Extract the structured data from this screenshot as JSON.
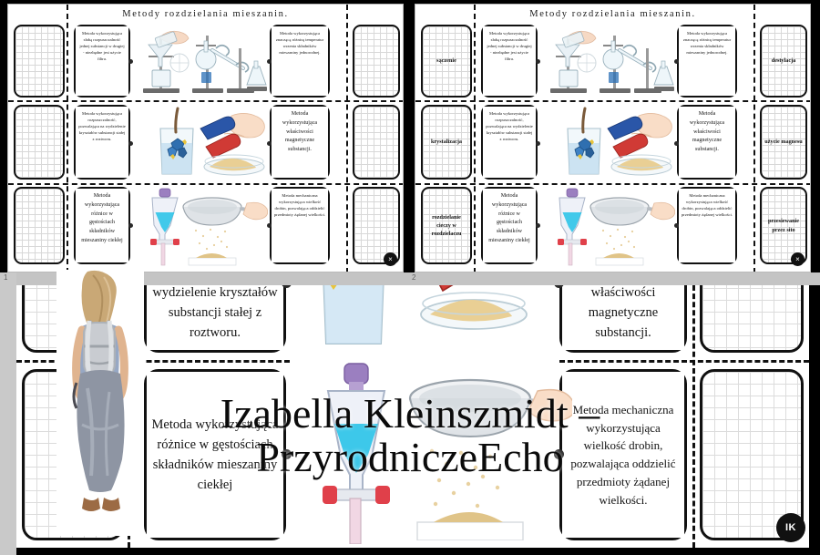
{
  "app": {
    "frame_color": "#000000",
    "panel_bg": "#ffffff",
    "strip_color": "#c4c4c4",
    "accent": "#111111"
  },
  "slides": [
    {
      "page_number": "1",
      "title": "Metody rozdzielania mieszanin.",
      "close_label": "×",
      "left_labels": [
        "",
        "",
        ""
      ],
      "right_labels": [
        "",
        "",
        ""
      ],
      "left_descriptions": [
        "Metoda wykorzystująca słabą rozpuszczalność jednej substancji w drugiej - niezbędne jest użycie filtra.",
        "Metoda wykorzystująca rozpuszczalność, pozwalająca na wydzielenie kryształów substancji stałej z roztworu.",
        "Metoda wykorzystująca różnice w gęstościach składników mieszaniny ciekłej"
      ],
      "right_descriptions": [
        "Metoda wykorzystująca znaczącą różnicę temperatur wrzenia składników mieszaniny jednorodnej.",
        "Metoda wykorzystująca właściwości magnetyczne substancji.",
        "Metoda mechaniczna wykorzystująca wielkość drobin, pozwalająca oddzielić przedmioty żądanej wielkości."
      ]
    },
    {
      "page_number": "2",
      "title": "Metody rozdzielania mieszanin.",
      "close_label": "×",
      "left_labels": [
        "sączenie",
        "krystalizacja",
        "rozdzielanie cieczy w rozdzielaczu"
      ],
      "right_labels": [
        "destylacja",
        "użycie magnesu",
        "przesiewanie przez sito"
      ],
      "left_descriptions": [
        "Metoda wykorzystująca słabą rozpuszczalność jednej substancji w drugiej - niezbędne jest użycie filtra.",
        "Metoda wykorzystująca rozpuszczalność, pozwalająca na wydzielenie kryształów substancji stałej z roztworu.",
        "Metoda wykorzystująca różnice w gęstościach składników mieszaniny ciekłej"
      ],
      "right_descriptions": [
        "Metoda wykorzystująca znaczącą różnicę temperatur wrzenia składników mieszaniny jednorodnej.",
        "Metoda wykorzystująca właściwości magnetyczne substancji.",
        "Metoda mechaniczna wykorzystująca wielkość drobin, pozwalająca oddzielić przedmioty żądanej wielkości."
      ]
    }
  ],
  "big_slide": {
    "crystallization_text": "pozwalająca na wydzielenie kryształów substancji stałej z roztworu.",
    "density_text": "Metoda wykorzystująca różnice w gęstościach składników mieszaniny ciekłej",
    "magnet_text": "właściwości magnetyczne substancji.",
    "sieve_text": "Metoda mechaniczna wykorzystująca wielkość drobin, pozwalająca oddzielić przedmioty żądanej wielkości."
  },
  "watermark": {
    "line1": "Izabella Kleinszmidt –",
    "line2": "PrzyrodniczeEcho"
  },
  "badge": {
    "initials": "IK"
  },
  "icons": {
    "close": "close-icon",
    "filter_funnel": "filtration-funnel-icon",
    "distillation": "distillation-apparatus-icon",
    "crystal_beaker": "crystal-beaker-icon",
    "magnet": "magnet-icon",
    "separating_funnel": "separating-funnel-icon",
    "sieve": "sieve-icon"
  }
}
